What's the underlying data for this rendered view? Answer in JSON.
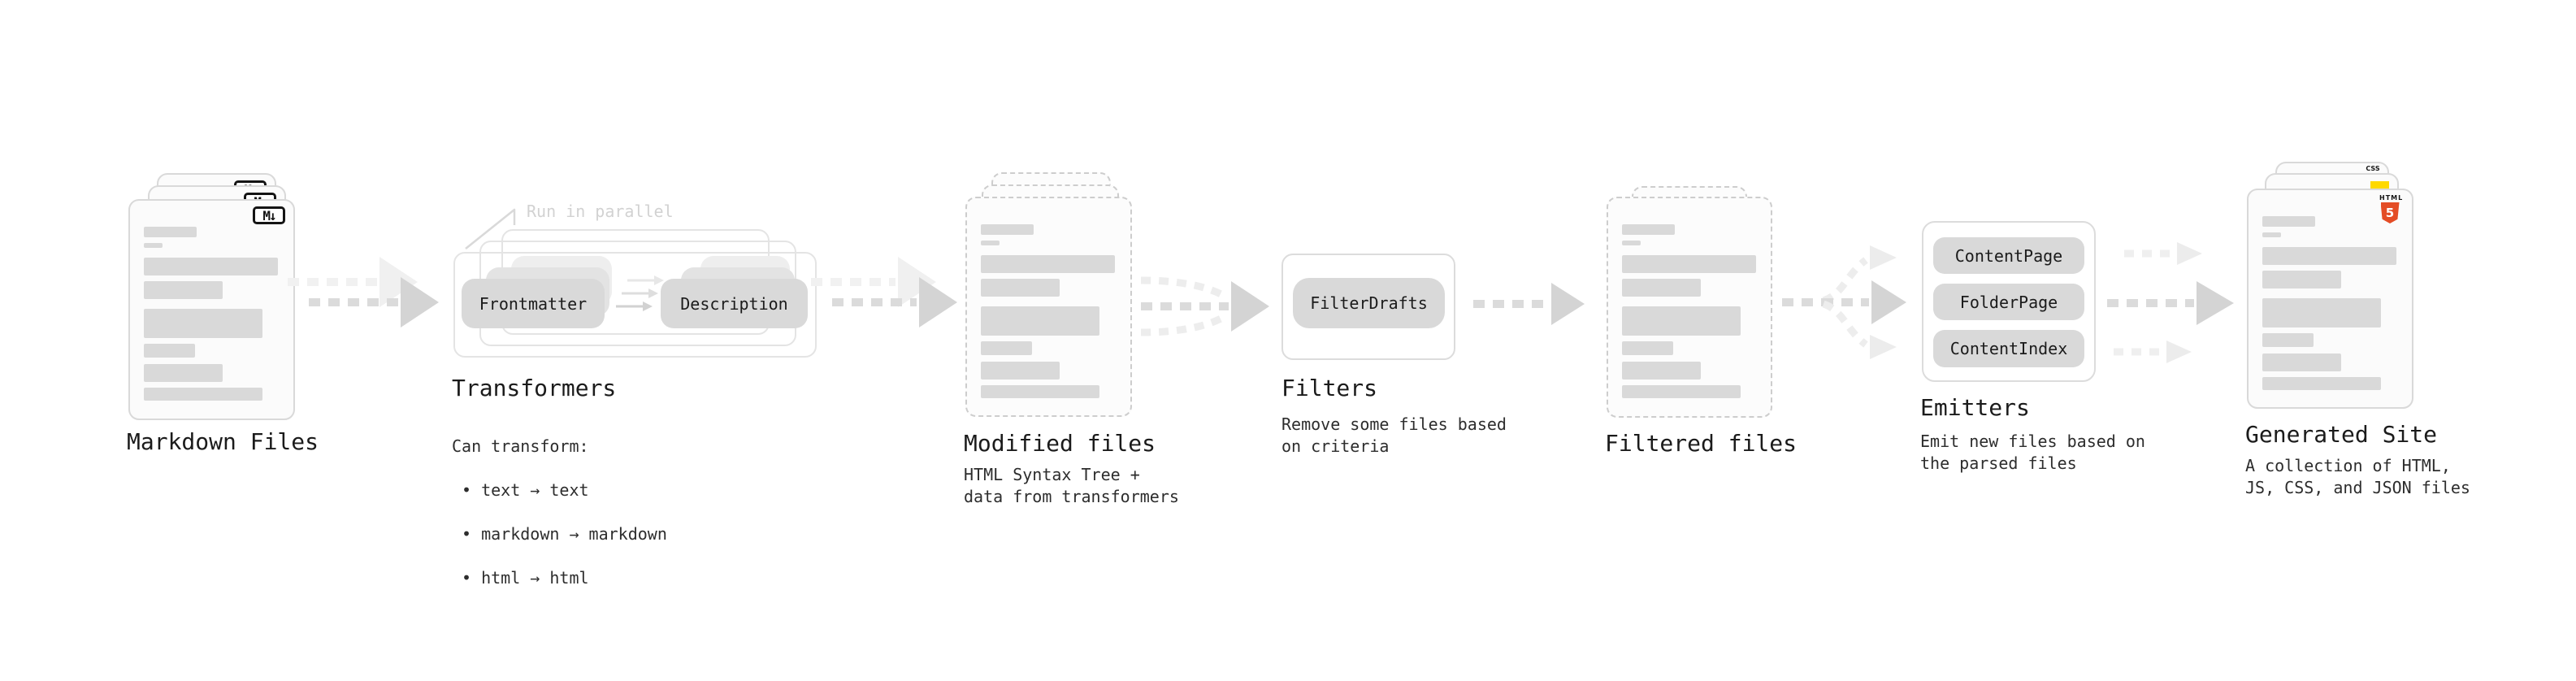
{
  "colors": {
    "html5_orange": "#e44d26",
    "js_yellow": "#ffd900",
    "css_blue": "#2563eb",
    "pill_gray": "#d9d9d9",
    "bar_gray": "#d9d9d9"
  },
  "file_card_bars": [
    {
      "w": 65,
      "h": 13,
      "mb": 7
    },
    {
      "w": 23,
      "h": 6,
      "mb": 12
    },
    {
      "w": 165,
      "h": 22,
      "mb": 7
    },
    {
      "w": 97,
      "h": 22,
      "mb": 12
    },
    {
      "w": 146,
      "h": 36,
      "mb": 7
    },
    {
      "w": 63,
      "h": 17,
      "mb": 8
    },
    {
      "w": 97,
      "h": 22,
      "mb": 7
    },
    {
      "w": 146,
      "h": 16,
      "mb": 0
    }
  ],
  "stages": {
    "markdown": {
      "label": "Markdown Files",
      "badge": "M↓"
    },
    "transformers": {
      "label": "Transformers",
      "annotation": "Run in parallel",
      "pill_frontmatter": "Frontmatter",
      "pill_description": "Description",
      "desc_title": "Can transform:",
      "bullets": [
        "• text → text",
        "• markdown → markdown",
        "• html → html"
      ]
    },
    "modified": {
      "label": "Modified files",
      "desc": "HTML Syntax Tree +\ndata from transformers"
    },
    "filters": {
      "label": "Filters",
      "pill": "FilterDrafts",
      "desc": "Remove some files based\non criteria"
    },
    "filtered": {
      "label": "Filtered files"
    },
    "emitters": {
      "label": "Emitters",
      "pills": [
        "ContentPage",
        "FolderPage",
        "ContentIndex"
      ],
      "desc": "Emit new files based on\nthe parsed files"
    },
    "generated": {
      "label": "Generated Site",
      "desc": "A collection of HTML,\nJS, CSS, and JSON files",
      "css_badge": "CSS",
      "html_badge": "HTML",
      "html_number": "5"
    }
  }
}
